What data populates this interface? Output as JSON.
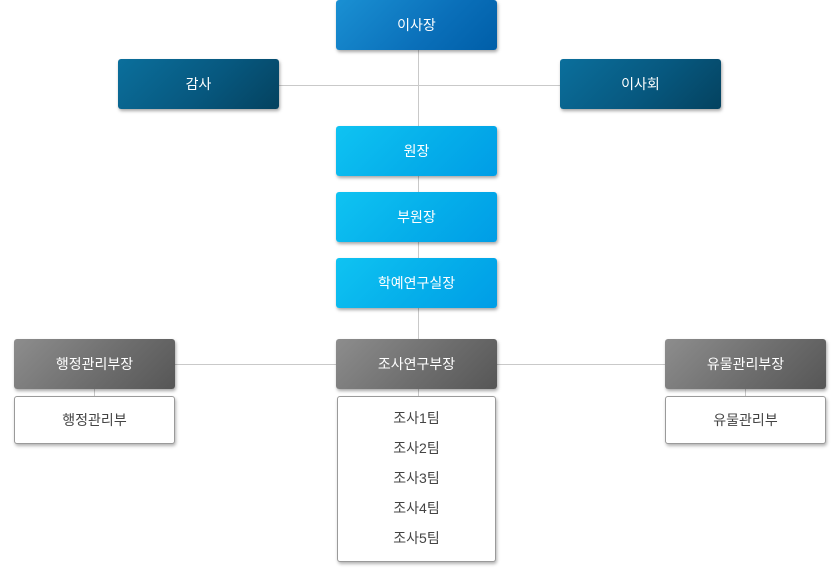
{
  "chairman": "이사장",
  "auditor": "감사",
  "board": "이사회",
  "director": "원장",
  "vice_director": "부원장",
  "curator_head": "학예연구실장",
  "departments": [
    {
      "head": "행정관리부장",
      "units": [
        "행정관리부"
      ]
    },
    {
      "head": "조사연구부장",
      "units": [
        "조사1팀",
        "조사2팀",
        "조사3팀",
        "조사4팀",
        "조사5팀"
      ]
    },
    {
      "head": "유물관리부장",
      "units": [
        "유물관리부"
      ]
    }
  ],
  "colors": {
    "top": "#0a6fb9",
    "side": "#07587f",
    "main": "#05aeea",
    "department": "#6e6e6e",
    "line": "#c9c9c9"
  }
}
